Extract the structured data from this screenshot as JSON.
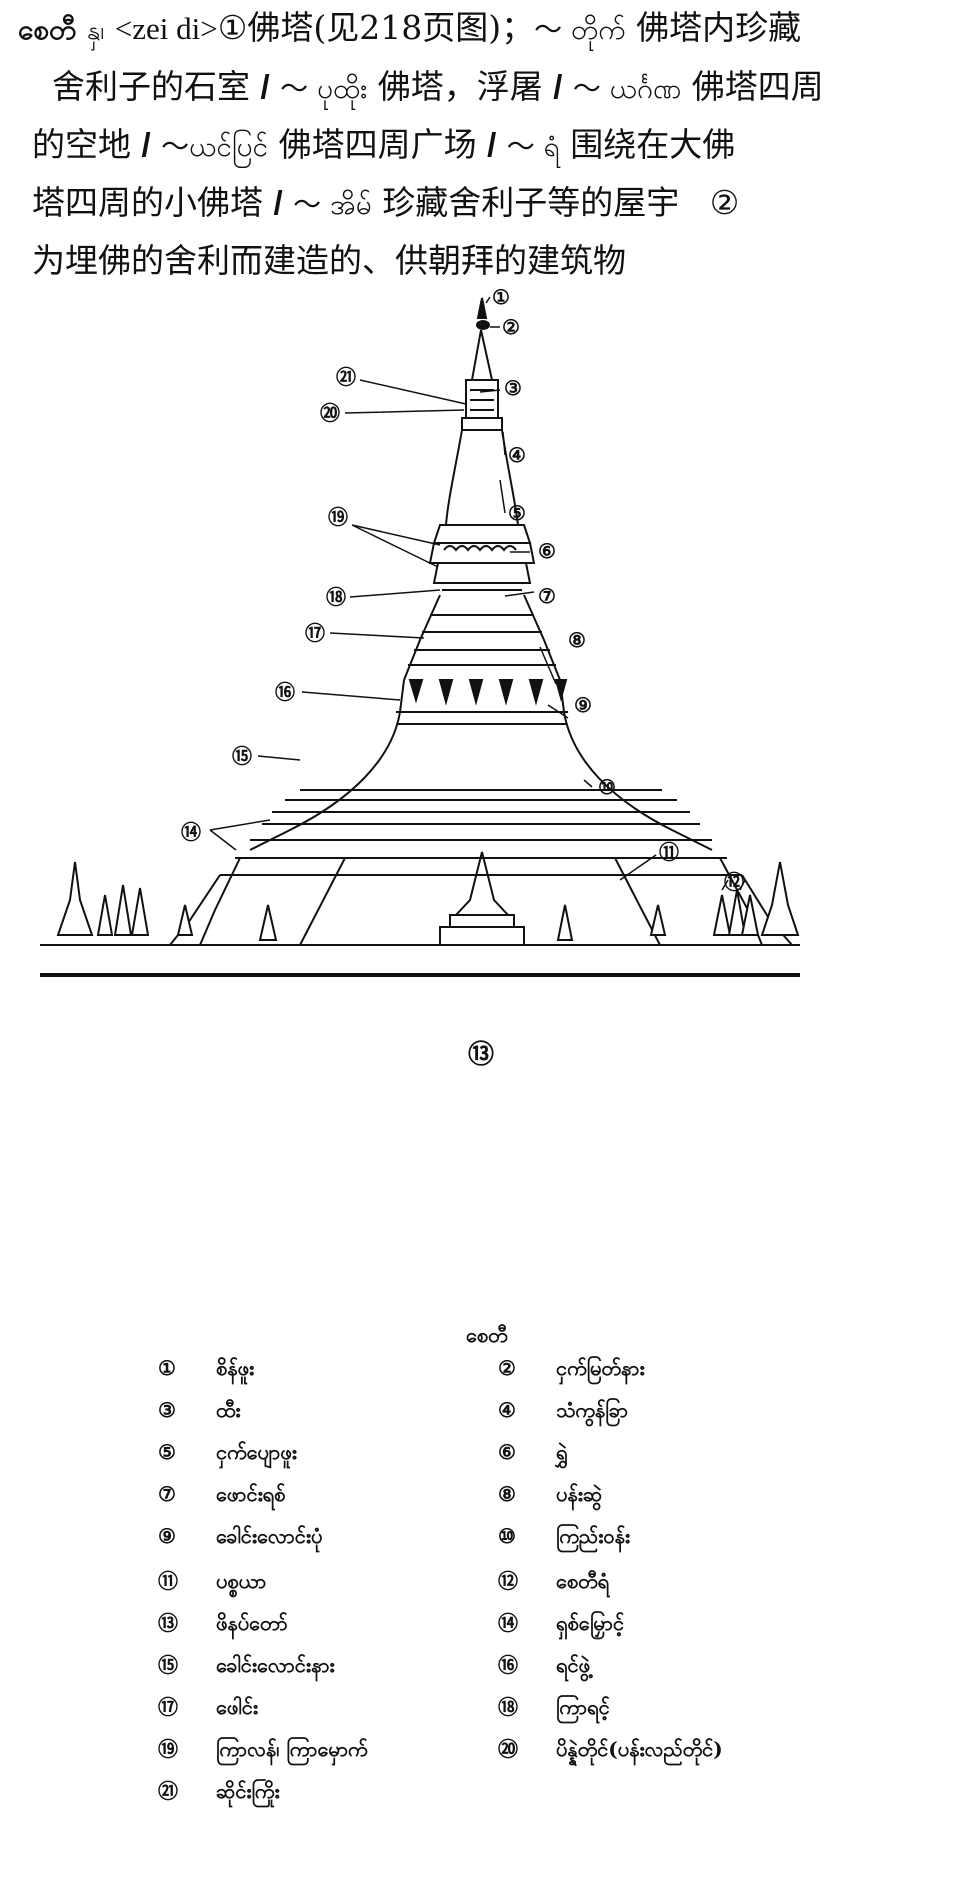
{
  "entry": {
    "headword": "စေတီ",
    "pos": "နှ၊",
    "pronunciation": "<zei di>",
    "sense1_num": "①",
    "sense1_def": "佛塔(见218页图)；",
    "sub1_term": "～ တိုက်",
    "sub1_def_a": "佛塔内珍藏",
    "sub1_def_b": "舍利子的石室",
    "sub2_term": "～ ပုထိုး",
    "sub2_def": "佛塔，浮屠",
    "sub3_term": "～ ယင်္ဂဏ",
    "sub3_def_a": "佛塔四周",
    "sub3_def_b": "的空地",
    "sub4_term": "～ယင်ပြင်",
    "sub4_def": "佛塔四周广场",
    "sub5_term": "～ ရံ",
    "sub5_def_a": "围绕在大佛",
    "sub5_def_b": "塔四周的小佛塔",
    "sub6_term": "～ အိမ်",
    "sub6_def": "珍藏舍利子等的屋宇",
    "sense2_num": "②",
    "sense2_def": "为埋佛的舍利而建造的、供朝拜的建筑物",
    "separator": "/"
  },
  "figure": {
    "callouts": [
      "①",
      "②",
      "③",
      "④",
      "⑤",
      "⑥",
      "⑦",
      "⑧",
      "⑨",
      "⑩",
      "⑪",
      "⑫",
      "⑬",
      "⑭",
      "⑮",
      "⑯",
      "⑰",
      "⑱",
      "⑲",
      "⑳",
      "㉑"
    ],
    "caption": "စေတီ"
  },
  "legend": [
    {
      "num": "①",
      "text": "စိန်ဖူး"
    },
    {
      "num": "②",
      "text": "ငှက်မြတ်နား"
    },
    {
      "num": "③",
      "text": "ထီး"
    },
    {
      "num": "④",
      "text": "သံကွန်ခြာ"
    },
    {
      "num": "⑤",
      "text": "ငှက်ပျောဖူး"
    },
    {
      "num": "⑥",
      "text": "ရွှဲ"
    },
    {
      "num": "⑦",
      "text": "ဖောင်းရစ်"
    },
    {
      "num": "⑧",
      "text": "ပန်းဆွဲ"
    },
    {
      "num": "⑨",
      "text": "ခေါင်းလောင်းပုံ"
    },
    {
      "num": "⑩",
      "text": "ကြည်းဝန်း"
    },
    {
      "num": "⑪",
      "text": "ပစ္စယာ"
    },
    {
      "num": "⑫",
      "text": "စေတီရံ"
    },
    {
      "num": "⑬",
      "text": "ဖိနပ်တော်"
    },
    {
      "num": "⑭",
      "text": "ရှစ်မြှောင့်"
    },
    {
      "num": "⑮",
      "text": "ခေါင်းလောင်းနား"
    },
    {
      "num": "⑯",
      "text": "ရင်ဖွဲ့"
    },
    {
      "num": "⑰",
      "text": "ဖေါင်း"
    },
    {
      "num": "⑱",
      "text": "ကြာရင့်"
    },
    {
      "num": "⑲",
      "text": "ကြာလန်၊     ကြာမှောက်"
    },
    {
      "num": "⑳",
      "text": "ပိန္နဲတိုင်(ပန်းလည်တိုင်)"
    },
    {
      "num": "㉑",
      "text": "ဆိုင်းကြိုး"
    }
  ]
}
